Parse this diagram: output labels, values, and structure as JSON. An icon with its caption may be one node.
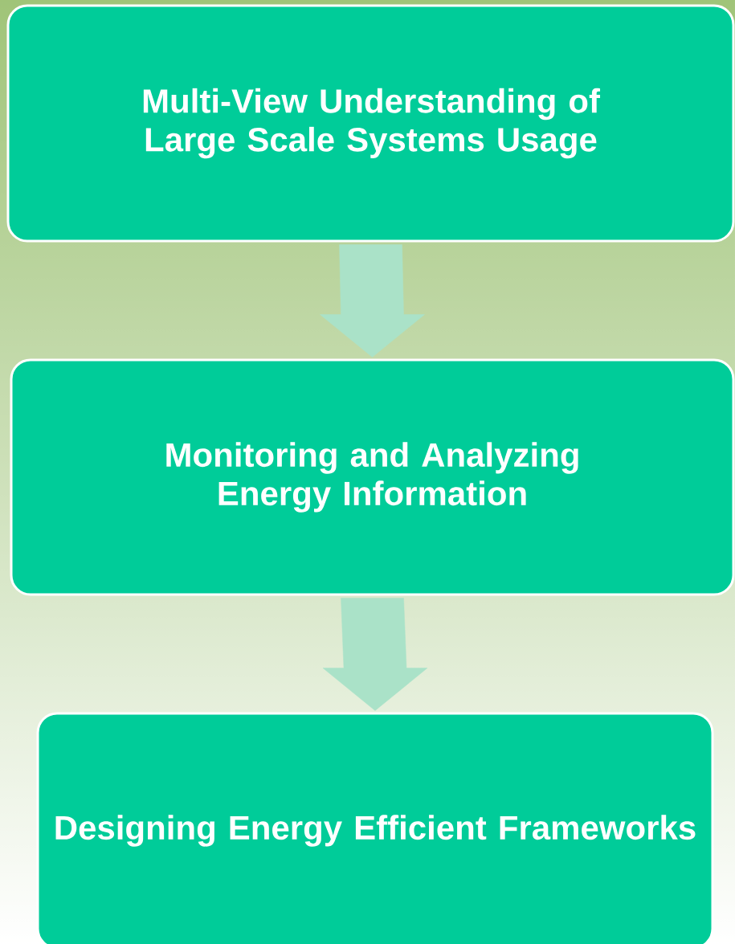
{
  "diagram": {
    "nodes": [
      {
        "text": [
          "Multi-View Understanding of Large Scale Systems Usage"
        ]
      },
      {
        "text": [
          "Monitoring and Analyzing Energy Information"
        ]
      },
      {
        "text": [
          "Designing Energy Efficient Frameworks"
        ]
      }
    ],
    "edges": [
      {
        "from": 0,
        "to": 1,
        "arrow": "to"
      },
      {
        "from": 1,
        "to": 2,
        "arrow": "to"
      }
    ]
  }
}
